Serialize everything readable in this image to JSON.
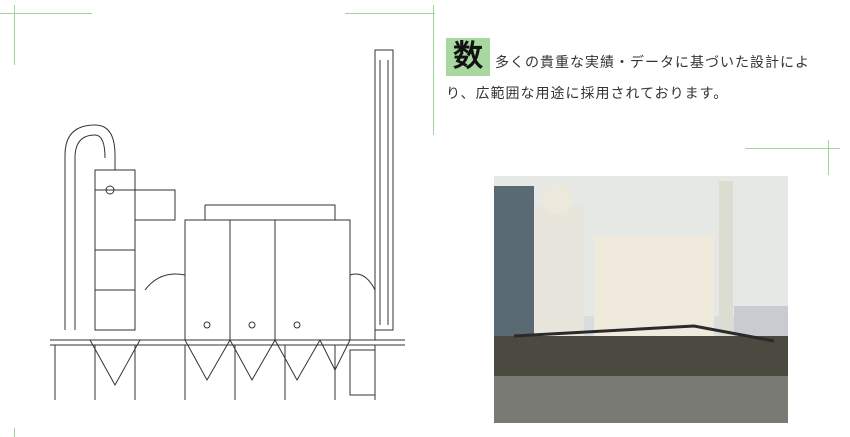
{
  "intro": {
    "badge": "数",
    "line1": "多くの貴重な実績・データに基づいた設計によ",
    "line2": "り、広範囲な用途に採用されております。"
  },
  "colors": {
    "accent": "#a8d8a0",
    "line": "#9fd49a"
  }
}
